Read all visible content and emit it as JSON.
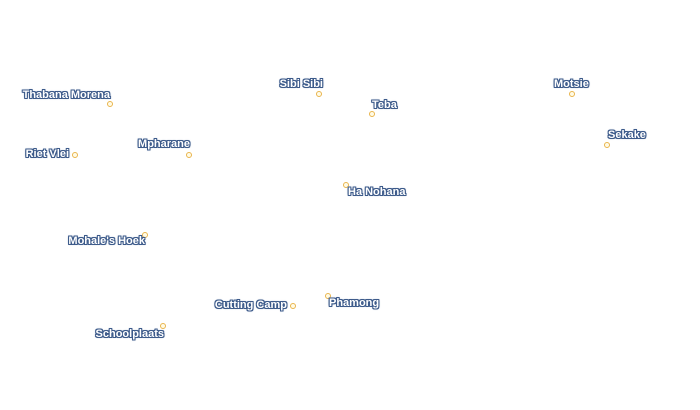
{
  "map": {
    "marker_color": "#e9b44c",
    "label_halo_color": "#3c5a8a",
    "places": [
      {
        "id": "thabana-morena",
        "name": "Thabana Morena"
      },
      {
        "id": "sibi-sibi",
        "name": "Sibi Sibi"
      },
      {
        "id": "teba",
        "name": "Teba"
      },
      {
        "id": "motsie",
        "name": "Motsie"
      },
      {
        "id": "sekake",
        "name": "Sekake"
      },
      {
        "id": "riet-vlei",
        "name": "Riet Vlei"
      },
      {
        "id": "mpharane",
        "name": "Mpharane"
      },
      {
        "id": "ha-nohana",
        "name": "Ha Nohana"
      },
      {
        "id": "mohales-hoek",
        "name": "Mohale's Hoek"
      },
      {
        "id": "cutting-camp",
        "name": "Cutting Camp"
      },
      {
        "id": "phamong",
        "name": "Phamong"
      },
      {
        "id": "schoolplaats",
        "name": "Schoolplaats"
      }
    ]
  }
}
